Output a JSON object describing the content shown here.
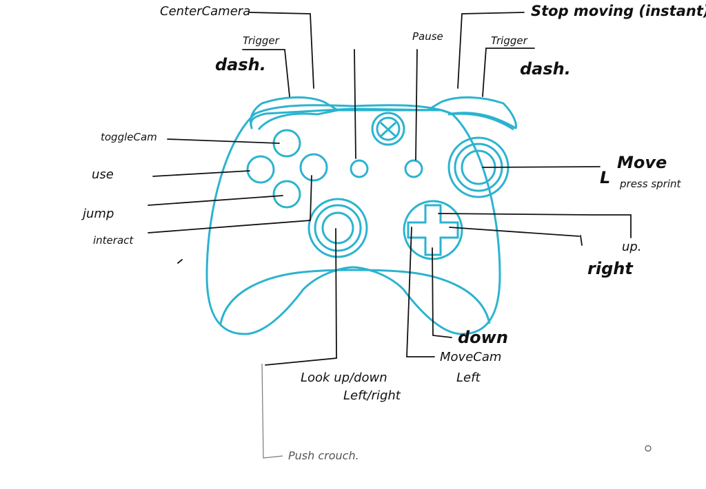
{
  "labels": {
    "center_camera": "CenterCamera",
    "trigger_left": "Trigger",
    "dash_left": "dash.",
    "pause": "Pause",
    "stop_moving": "Stop moving (instant)",
    "trigger_right": "Trigger",
    "dash_right": "dash.",
    "toggle_cam": "toggleCam",
    "use": "use",
    "jump": "jump",
    "interact": "interact",
    "move": "Move",
    "press_sprint": "press sprint",
    "up": "up.",
    "right": "right",
    "down": "down",
    "move_cam": "MoveCam",
    "left": "Left",
    "look": "Look up/down",
    "look_dir": "Left/right",
    "push_crouch": "Push crouch."
  },
  "colors": {
    "controller_outline": "#2bb3cf",
    "ink": "#111111",
    "pencil": "#777777"
  }
}
